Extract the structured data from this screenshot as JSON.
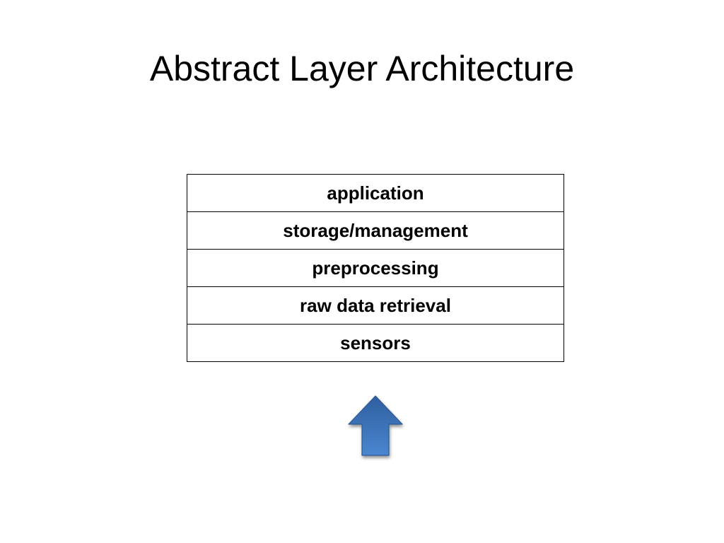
{
  "slide": {
    "title": "Abstract Layer Architecture"
  },
  "layers": [
    {
      "label": "application"
    },
    {
      "label": "storage/management"
    },
    {
      "label": "preprocessing"
    },
    {
      "label": "raw data retrieval"
    },
    {
      "label": "sensors"
    }
  ],
  "arrow": {
    "icon": "up-arrow-icon",
    "color_top": "#2f5f9e",
    "color_bottom": "#4a86d1",
    "outline": "#2c5a94"
  }
}
